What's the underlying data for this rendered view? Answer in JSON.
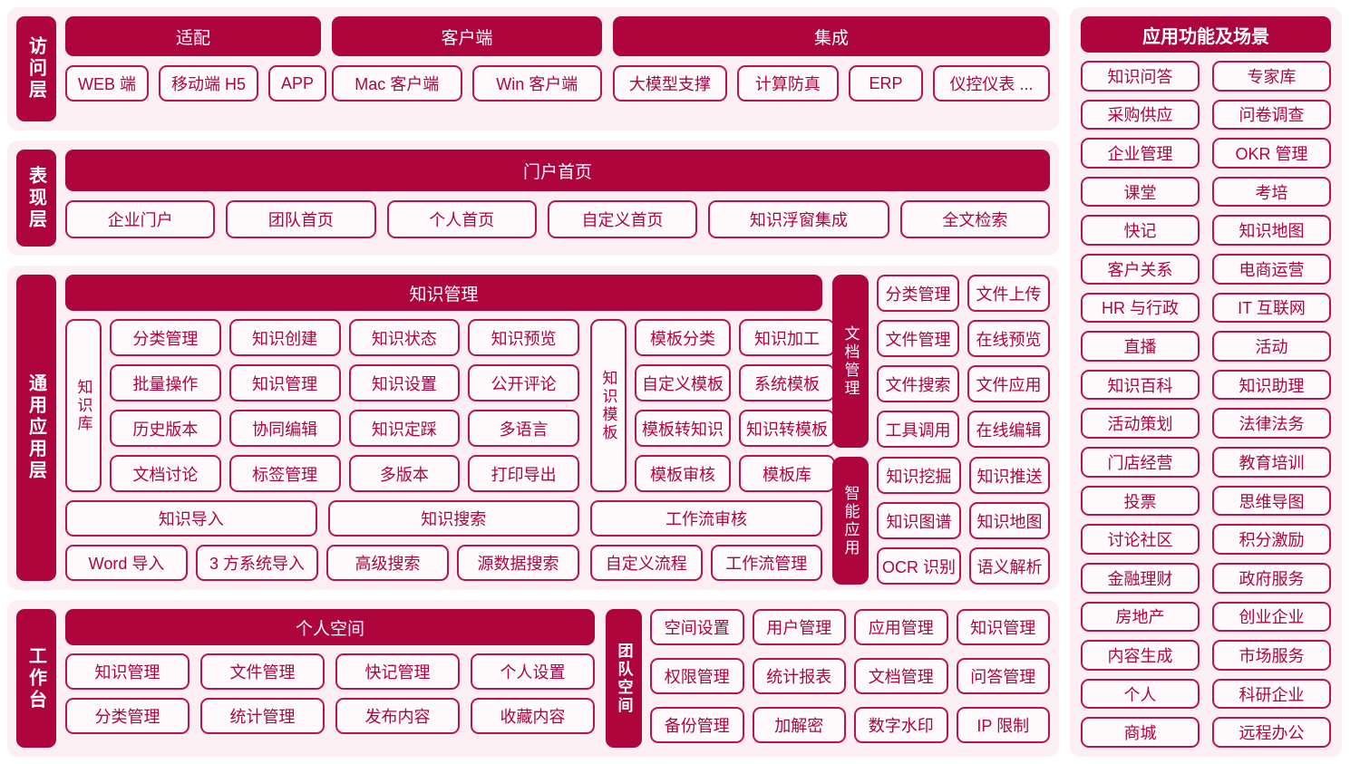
{
  "colors": {
    "crimson": "#AD053C",
    "card_bg": "#FBEFF4",
    "chip_bg": "#FEFAFB"
  },
  "access_layer": {
    "tab": "访问层",
    "groups": [
      {
        "title": "适配",
        "items": [
          "WEB 端",
          "移动端 H5",
          "APP"
        ]
      },
      {
        "title": "客户端",
        "items": [
          "Mac 客户端",
          "Win 客户端"
        ]
      },
      {
        "title": "集成",
        "items": [
          "大模型支撑",
          "计算防真",
          "ERP",
          "仪控仪表 ..."
        ]
      }
    ]
  },
  "presentation_layer": {
    "tab": "表现层",
    "title": "门户首页",
    "items": [
      "企业门户",
      "团队首页",
      "个人首页",
      "自定义首页",
      "知识浮窗集成",
      "全文检索"
    ]
  },
  "general_app_layer": {
    "tab": "通用应用层",
    "knowledge_mgmt": {
      "title": "知识管理",
      "repo_label": "知识库",
      "repo_items": [
        "分类管理",
        "知识创建",
        "知识状态",
        "知识预览",
        "批量操作",
        "知识管理",
        "知识设置",
        "公开评论",
        "历史版本",
        "协同编辑",
        "知识定踩",
        "多语言",
        "文档讨论",
        "标签管理",
        "多版本",
        "打印导出"
      ],
      "template_label": "知识模板",
      "template_items": [
        "模板分类",
        "知识加工",
        "自定义模板",
        "系统模板",
        "模板转知识",
        "知识转模板",
        "模板审核",
        "模板库"
      ],
      "import_title": "知识导入",
      "search_title": "知识搜索",
      "import_items": [
        "Word 导入",
        "3 方系统导入"
      ],
      "search_items": [
        "高级搜索",
        "源数据搜索"
      ],
      "workflow_title": "工作流审核",
      "workflow_items": [
        "自定义流程",
        "工作流管理"
      ]
    },
    "doc_mgmt": {
      "label": "文档管理",
      "items": [
        "分类管理",
        "文件上传",
        "文件管理",
        "在线预览",
        "文件搜索",
        "文件应用",
        "工具调用",
        "在线编辑"
      ]
    },
    "smart_app": {
      "label": "智能应用",
      "items": [
        "知识挖掘",
        "知识推送",
        "知识图谱",
        "知识地图",
        "OCR 识别",
        "语义解析"
      ]
    }
  },
  "workbench": {
    "tab": "工作台",
    "personal": {
      "title": "个人空间",
      "items": [
        "知识管理",
        "文件管理",
        "快记管理",
        "个人设置",
        "分类管理",
        "统计管理",
        "发布内容",
        "收藏内容"
      ]
    },
    "team": {
      "label": "团队空间",
      "items": [
        "空间设置",
        "用户管理",
        "应用管理",
        "知识管理",
        "权限管理",
        "统计报表",
        "文档管理",
        "问答管理",
        "备份管理",
        "加解密",
        "数字水印",
        "IP 限制"
      ]
    }
  },
  "sidebar": {
    "title": "应用功能及场景",
    "items": [
      "知识问答",
      "专家库",
      "采购供应",
      "问卷调查",
      "企业管理",
      "OKR 管理",
      "课堂",
      "考培",
      "快记",
      "知识地图",
      "客户关系",
      "电商运营",
      "HR 与行政",
      "IT 互联网",
      "直播",
      "活动",
      "知识百科",
      "知识助理",
      "活动策划",
      "法律法务",
      "门店经营",
      "教育培训",
      "投票",
      "思维导图",
      "讨论社区",
      "积分激励",
      "金融理财",
      "政府服务",
      "房地产",
      "创业企业",
      "内容生成",
      "市场服务",
      "个人",
      "科研企业",
      "商城",
      "远程办公"
    ]
  }
}
